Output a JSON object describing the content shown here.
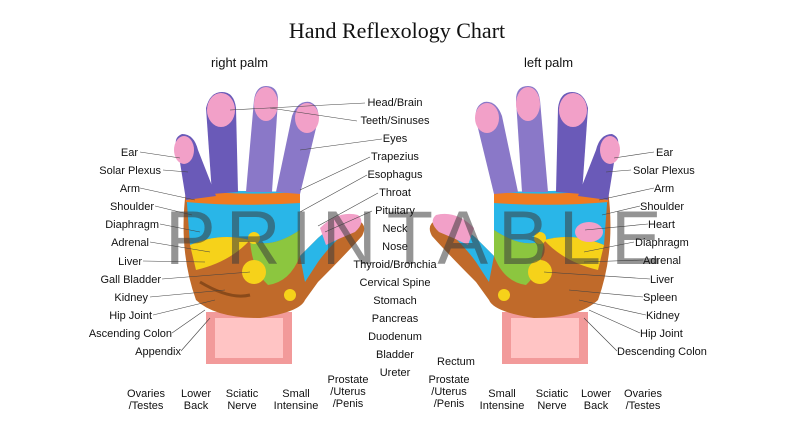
{
  "title": "Hand Reflexology Chart",
  "subtitles": {
    "right": "right palm",
    "left": "left palm"
  },
  "watermark": "PRINTABLE",
  "center_labels": [
    "Head/Brain",
    "Teeth/Sinuses",
    "Eyes",
    "Trapezius",
    "Esophagus",
    "Throat",
    "Pituitary",
    "Neck",
    "Nose",
    "Thyroid/Bronchia",
    "Cervical Spine",
    "Stomach",
    "Pancreas",
    "Duodenum",
    "Bladder",
    "Ureter"
  ],
  "right_side_labels": [
    "Ear",
    "Solar Plexus",
    "Arm",
    "Shoulder",
    "Diaphragm",
    "Adrenal",
    "Liver",
    "Gall Bladder",
    "Kidney",
    "Hip Joint",
    "Ascending Colon",
    "Appendix"
  ],
  "left_side_labels": [
    "Ear",
    "Solar Plexus",
    "Arm",
    "Shoulder",
    "Heart",
    "Diaphragm",
    "Adrenal",
    "Liver",
    "Spleen",
    "Kidney",
    "Hip Joint",
    "Descending Colon"
  ],
  "bottom_left_labels": [
    "Ovaries /Testes",
    "Lower Back",
    "Sciatic Nerve",
    "Small Intensine",
    "Prostate /Uterus /Penis"
  ],
  "bottom_right_labels": [
    "Rectum",
    "Prostate /Uterus /Penis",
    "Small Intensine",
    "Sciatic Nerve",
    "Lower Back",
    "Ovaries /Testes"
  ],
  "colors": {
    "finger": "#8a78c8",
    "thumb_side": "#6a5ab8",
    "tip": "#f2a0c8",
    "orange": "#f07a20",
    "cyan": "#29b6e8",
    "yellow": "#f6d21a",
    "green": "#8cc63f",
    "brown": "#c06a2a",
    "wrist": "#f29a9a"
  }
}
